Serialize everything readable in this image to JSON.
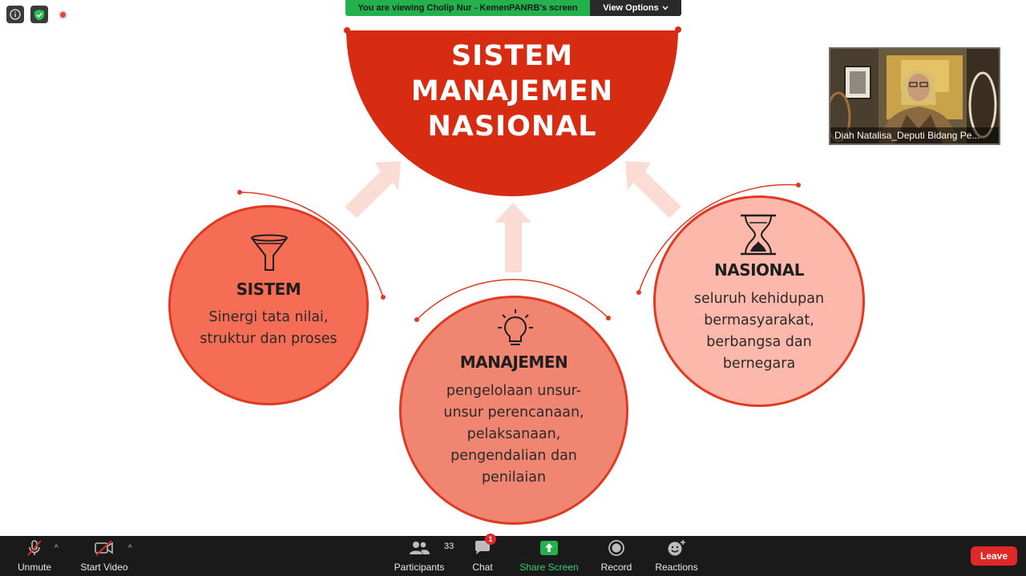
{
  "window": {
    "title": "Zoom Meeting"
  },
  "share_banner": {
    "viewing_text": "You are viewing Cholip Nur - KemenPANRB's screen",
    "view_options_label": "View Options"
  },
  "slide": {
    "title_lines": [
      "SISTEM",
      "MANAJEMEN",
      "NASIONAL"
    ],
    "sistem": {
      "title": "SISTEM",
      "desc_lines": [
        "Sinergi tata nilai,",
        "struktur dan proses"
      ]
    },
    "manajemen": {
      "title": "MANAJEMEN",
      "desc_lines": [
        "pengelolaan unsur-",
        "unsur perencanaan,",
        "pelaksanaan,",
        "pengendalian dan",
        "penilaian"
      ]
    },
    "nasional": {
      "title": "NASIONAL",
      "desc_lines": [
        "seluruh kehidupan",
        "bermasyarakat,",
        "berbangsa dan",
        "bernegara"
      ]
    },
    "colors": {
      "title_red": "#d72b12",
      "sistem_fill": "#f56d55",
      "manajemen_fill": "#f08572",
      "nasional_fill": "#fbb8ab",
      "arrow_pink": "#fbdcd6"
    }
  },
  "video_tile": {
    "participant_name": "Diah Natalisa_Deputi Bidang Pe..."
  },
  "toolbar": {
    "unmute_label": "Unmute",
    "start_video_label": "Start Video",
    "participants_label": "Participants",
    "participants_count": "33",
    "chat_label": "Chat",
    "chat_badge": "1",
    "share_screen_label": "Share Screen",
    "record_label": "Record",
    "reactions_label": "Reactions",
    "leave_label": "Leave"
  }
}
